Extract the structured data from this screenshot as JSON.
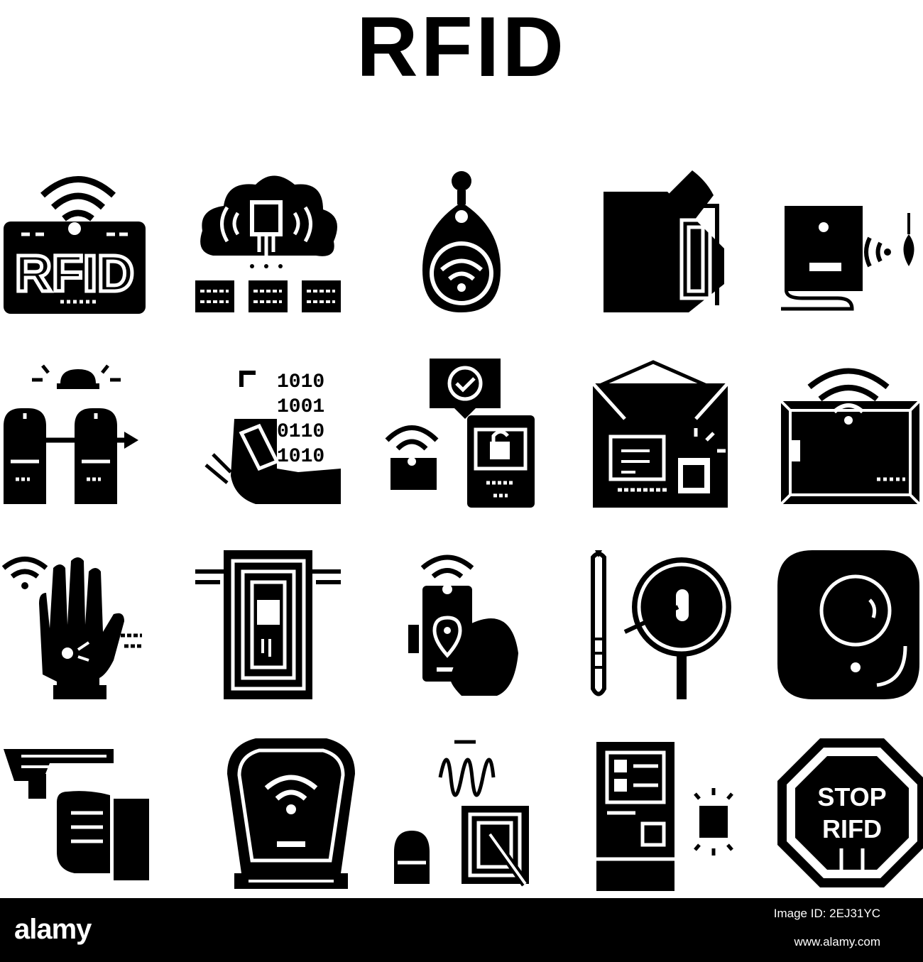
{
  "title": "RFID",
  "icons": [
    {
      "name": "rfid-sign-icon",
      "label": "RFID"
    },
    {
      "name": "cloud-chip-icon"
    },
    {
      "name": "key-fob-icon"
    },
    {
      "name": "rfid-sticker-icon"
    },
    {
      "name": "wall-reader-icon"
    },
    {
      "name": "security-gate-alarm-icon"
    },
    {
      "name": "hand-chip-binary-icon",
      "label_lines": [
        "1010",
        "1001",
        "0110",
        "1010"
      ]
    },
    {
      "name": "smartphone-lock-check-icon"
    },
    {
      "name": "package-box-chip-icon"
    },
    {
      "name": "wireless-tablet-icon"
    },
    {
      "name": "chipped-hand-icon"
    },
    {
      "name": "antenna-tag-icon"
    },
    {
      "name": "phone-in-hand-location-icon"
    },
    {
      "name": "glass-capsule-magnifier-icon"
    },
    {
      "name": "round-tag-icon"
    },
    {
      "name": "handheld-scanner-icon"
    },
    {
      "name": "gate-reader-panel-icon"
    },
    {
      "name": "gate-signal-tag-icon"
    },
    {
      "name": "terminal-kiosk-chip-icon"
    },
    {
      "name": "stop-rfid-sign-icon",
      "label_lines": [
        "STOP",
        "RIFD"
      ]
    }
  ],
  "footer": {
    "logo": "alamy",
    "image_id": "Image ID: 2EJ31YC",
    "url": "www.alamy.com"
  }
}
